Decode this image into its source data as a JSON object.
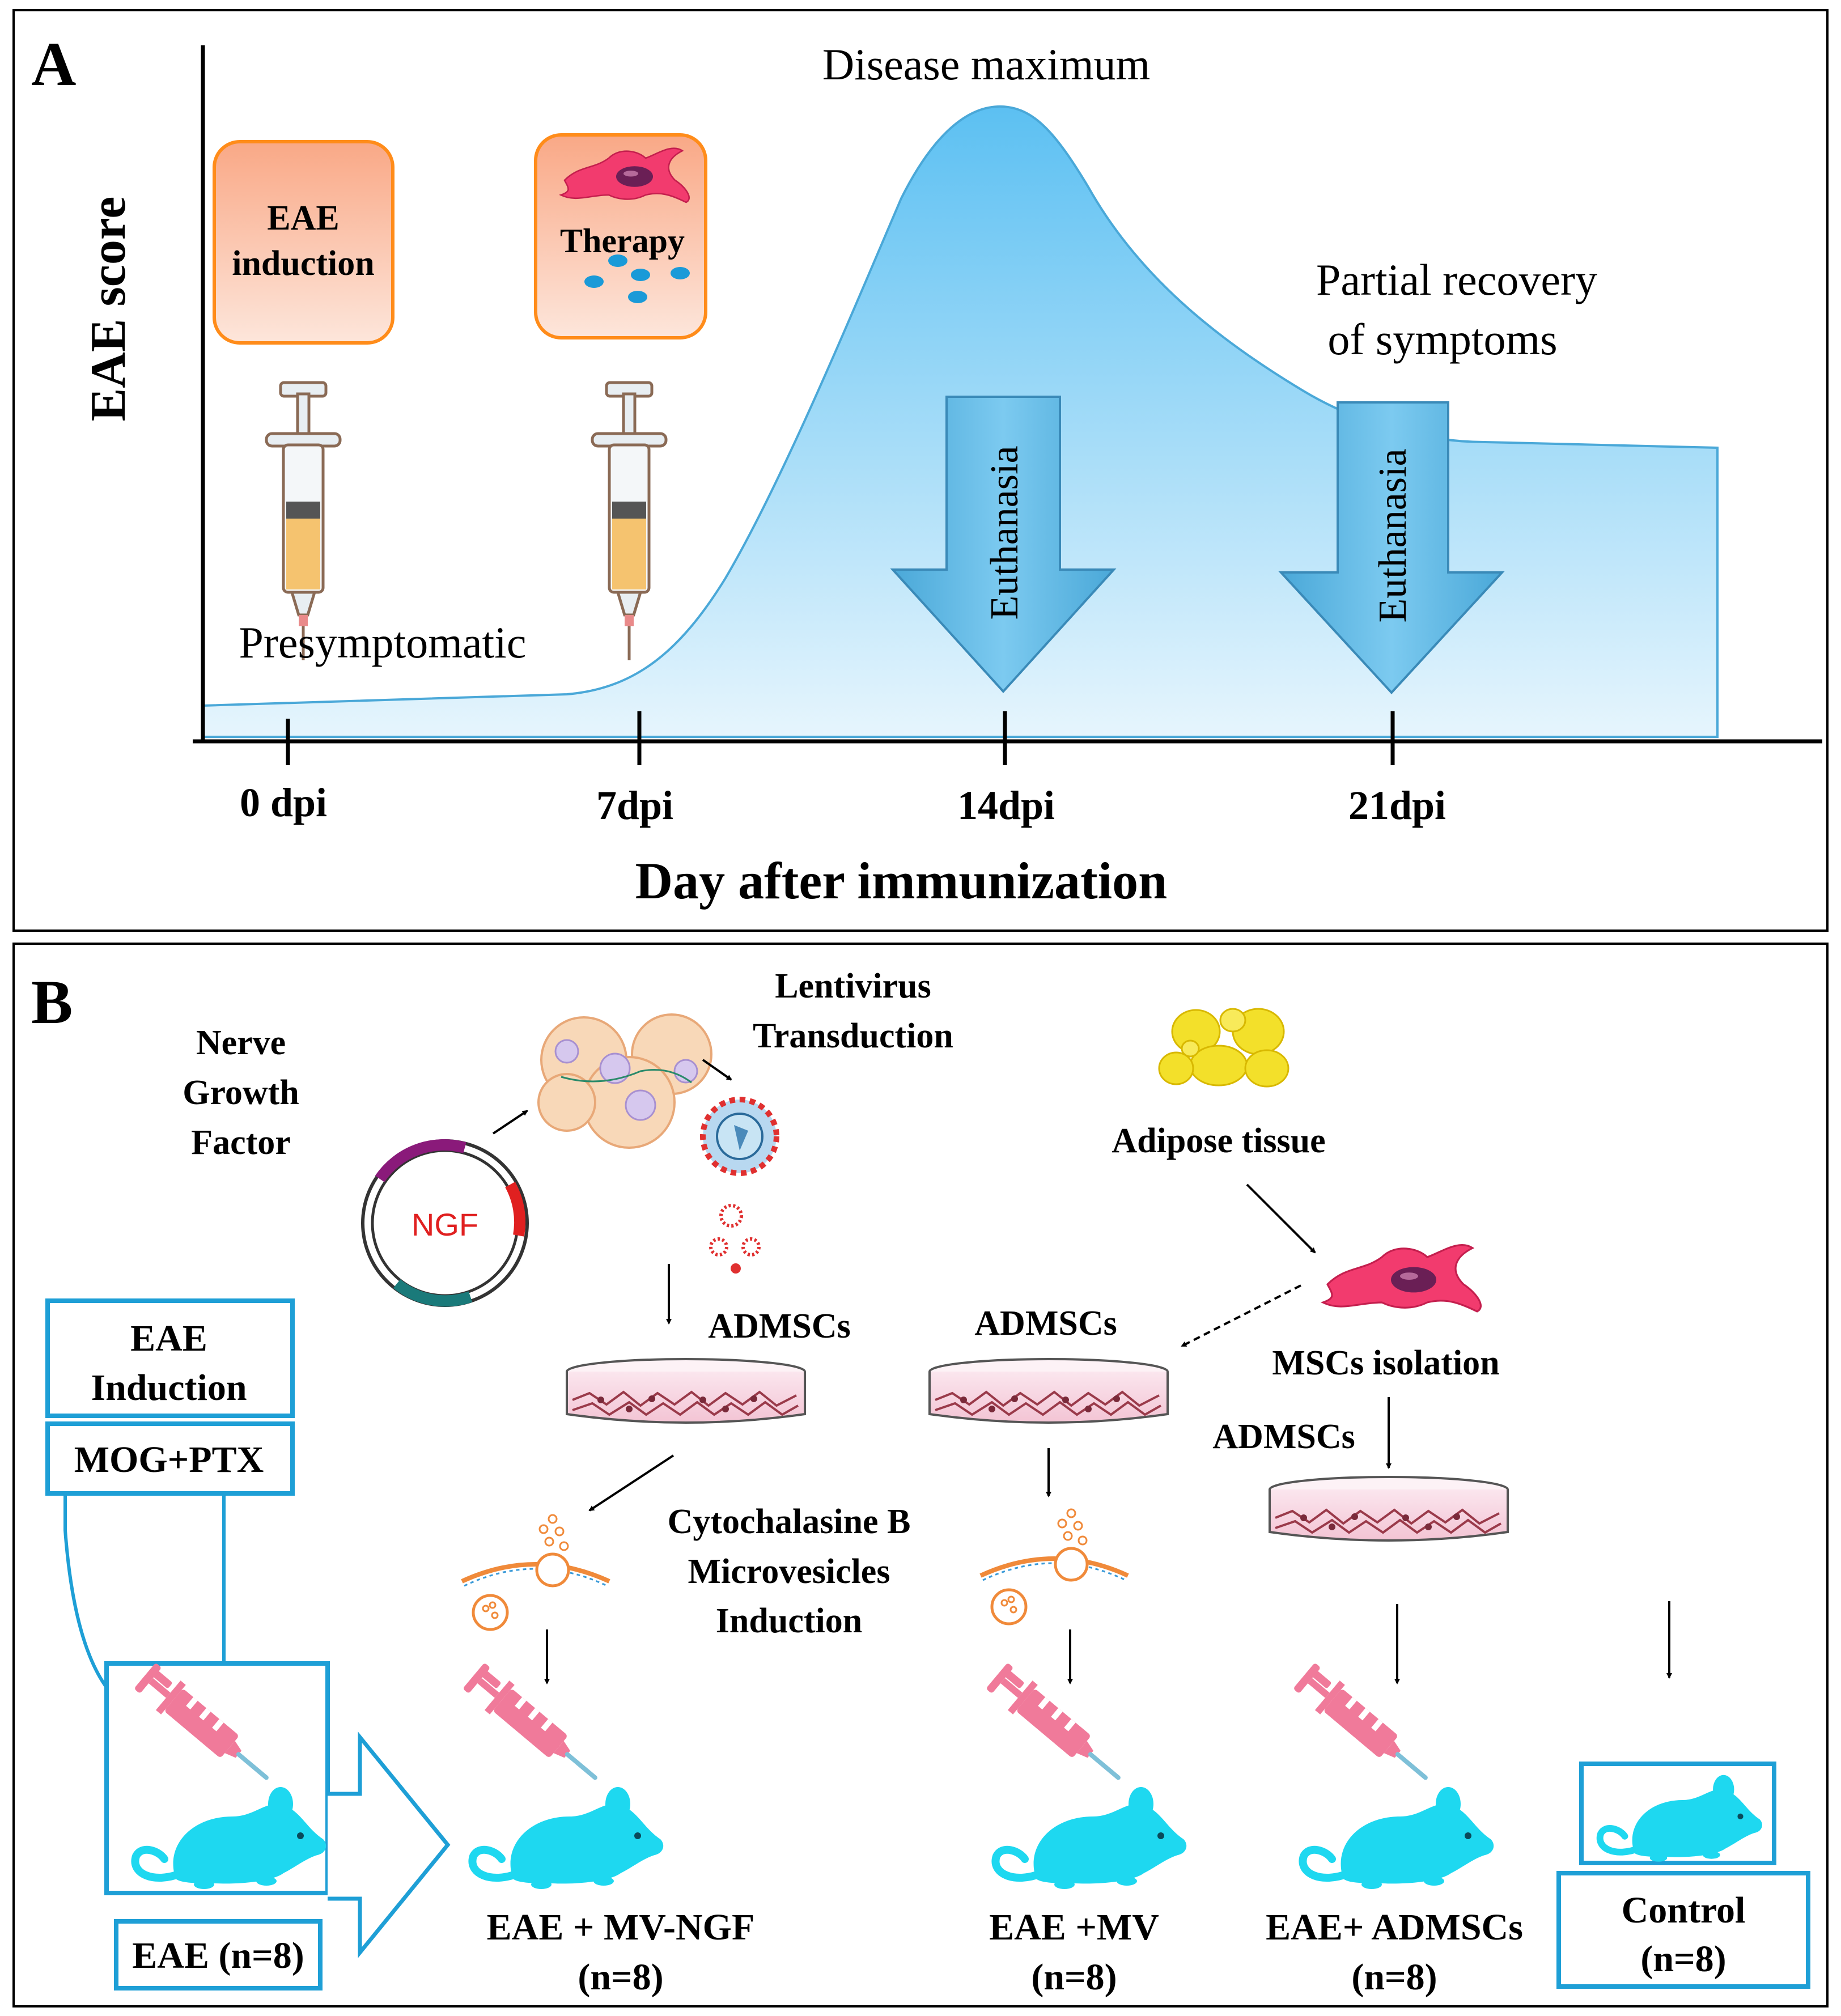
{
  "panel_a": {
    "letter": "A",
    "y_axis_label": "EAE score",
    "x_axis_label": "Day after immunization",
    "ticks": [
      "0 dpi",
      "7dpi",
      "14dpi",
      "21dpi"
    ],
    "eae_induction_line1": "EAE",
    "eae_induction_line2": "induction",
    "therapy_label": "Therapy",
    "presymptomatic_label": "Presymptomatic",
    "disease_maximum_label": "Disease maximum",
    "partial_recovery_line1": "Partial recovery",
    "partial_recovery_line2": "of symptoms",
    "euthanasia_label": "Euthanasia",
    "colors": {
      "curve": "#64c4f2",
      "box_fill": "#f9b493",
      "box_stroke": "#ff8c1a",
      "arrow": "#5ab5e0"
    }
  },
  "panel_b": {
    "letter": "B",
    "ngf_title_line1": "Nerve",
    "ngf_title_line2": "Growth",
    "ngf_title_line3": "Factor",
    "plasmid_label": "NGF",
    "lentivirus_line1": "Lentivirus",
    "lentivirus_line2": "Transduction",
    "adipose_label": "Adipose tissue",
    "admscs_label": "ADMSCs",
    "mscs_isolation_label": "MSCs isolation",
    "cytochalasine_line1": "Cytochalasine B",
    "cytochalasine_line2": "Microvesicles",
    "cytochalasine_line3": "Induction",
    "eae_induction_line1": "EAE",
    "eae_induction_line2": "Induction",
    "mog_ptx_label": "MOG+PTX",
    "eae_group_label": "EAE (n=8)",
    "group_mv_ngf_line1": "EAE + MV-NGF",
    "group_mv_line1": "EAE +MV",
    "group_admscs_line1": "EAE+ ADMSCs",
    "control_line1": "Control",
    "n_label": "(n=8)",
    "colors": {
      "box_stroke": "#1e9fd6",
      "mouse": "#1ed8f0",
      "syringe": "#f07a9a",
      "vesicle": "#f08a3a"
    }
  }
}
